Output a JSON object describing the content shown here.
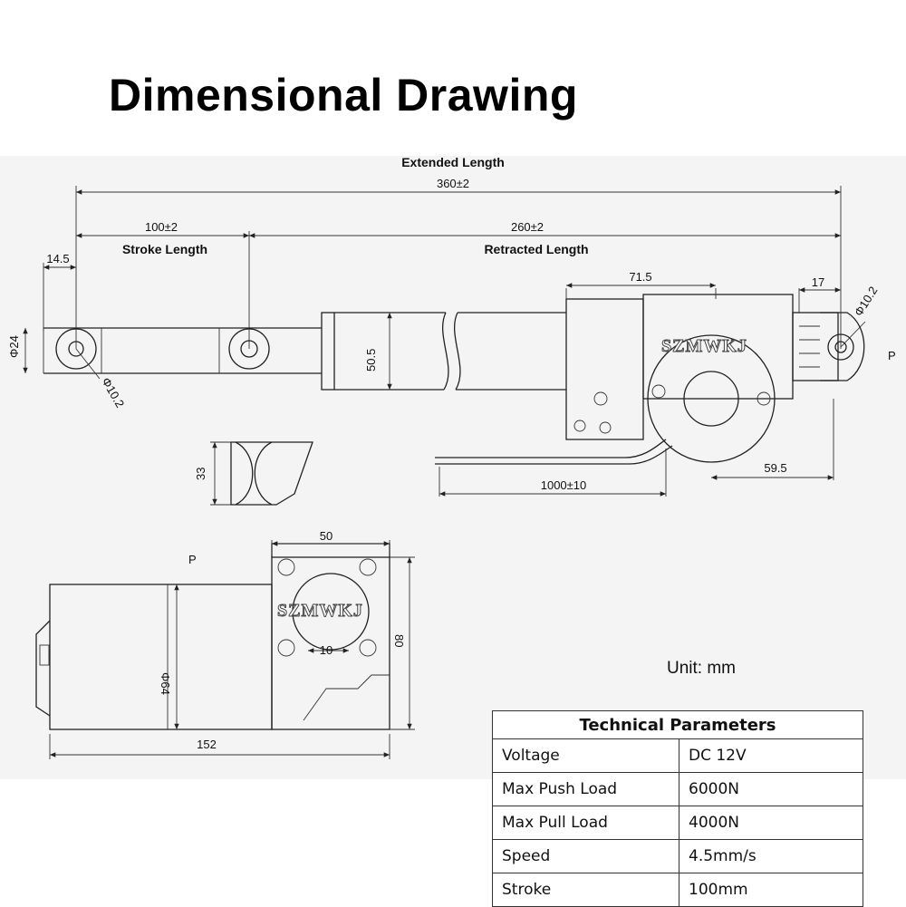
{
  "title": "Dimensional Drawing",
  "watermark": "SZMWKJ",
  "unit_label": "Unit: mm",
  "dimensions": {
    "extended_label": "Extended Length",
    "extended_value": "360±2",
    "stroke_value": "100±2",
    "stroke_label": "Stroke Length",
    "retracted_value": "260±2",
    "retracted_label": "Retracted Length",
    "end_offset": "14.5",
    "rod_dia": "Φ24",
    "hole_dia_front": "Φ10.2",
    "tube_height": "50.5",
    "gearbox_len": "71.5",
    "rear_offset": "17",
    "hole_dia_rear": "Φ10.2",
    "clevis_width": "33",
    "cable_len": "1000±10",
    "motor_offset": "59.5",
    "flange_width": "50",
    "motor_dia": "Φ64",
    "flange_height": "80",
    "shaft_width": "10",
    "motor_length": "152",
    "view_mark_p1": "P",
    "view_mark_p2": "P"
  },
  "technical_parameters": {
    "heading": "Technical Parameters",
    "rows": [
      {
        "label": "Voltage",
        "value": "DC 12V"
      },
      {
        "label": "Max Push Load",
        "value": "6000N"
      },
      {
        "label": "Max Pull Load",
        "value": "4000N"
      },
      {
        "label": "Speed",
        "value": "4.5mm/s"
      },
      {
        "label": "Stroke",
        "value": "100mm"
      }
    ]
  }
}
